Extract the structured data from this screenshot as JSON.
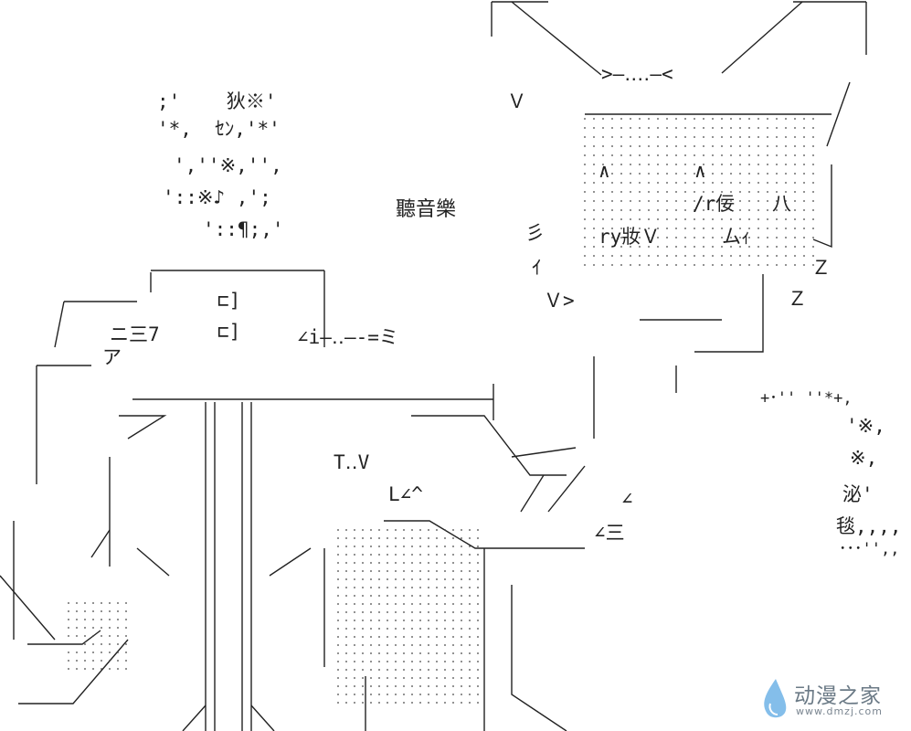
{
  "title_text": "聽音樂",
  "sparkles_left": {
    "l1": ";'    狄※'",
    "l2": "'*,  ｾﾝ,'*'",
    "l3": "',''※,'',",
    "l4": "'::※♪ ,';",
    "l5": "'::¶;,'"
  },
  "sparkles_right": {
    "l1": "+･'' ''*+,",
    "l2": "'※,",
    "l3": "※,",
    "l4": "泌'",
    "l5": "毯,,,,",
    "l6": "･･･'',,"
  },
  "cat_face": {
    "nose": ">—‥‥—<",
    "mouth_a": "ry妝Ｖ",
    "mouth_b": "/r佞",
    "eye_l": "∧",
    "eye_r": "∧",
    "cheek": "八",
    "ears": "ムｨ",
    "z1": "Ｚ",
    "z2": "Ｚ",
    "shi": "彡",
    "v1": "Ｖ",
    "gt": "Ｖ>",
    "yi": "ｲ"
  },
  "box_glyphs": {
    "g1": "⊏]",
    "g2": "⊏]"
  },
  "arrow_text": "∠i—‥—-=ミ",
  "body_marks": {
    "tv": "T‥V",
    "ni": "ニ三7",
    "a": "ア",
    "ze": "∠三",
    "ze2": "∠",
    "l": "L∠^"
  },
  "logo": {
    "name": "动漫之家",
    "url": "www.dmzj.com",
    "accent": "#6fb3e6"
  }
}
